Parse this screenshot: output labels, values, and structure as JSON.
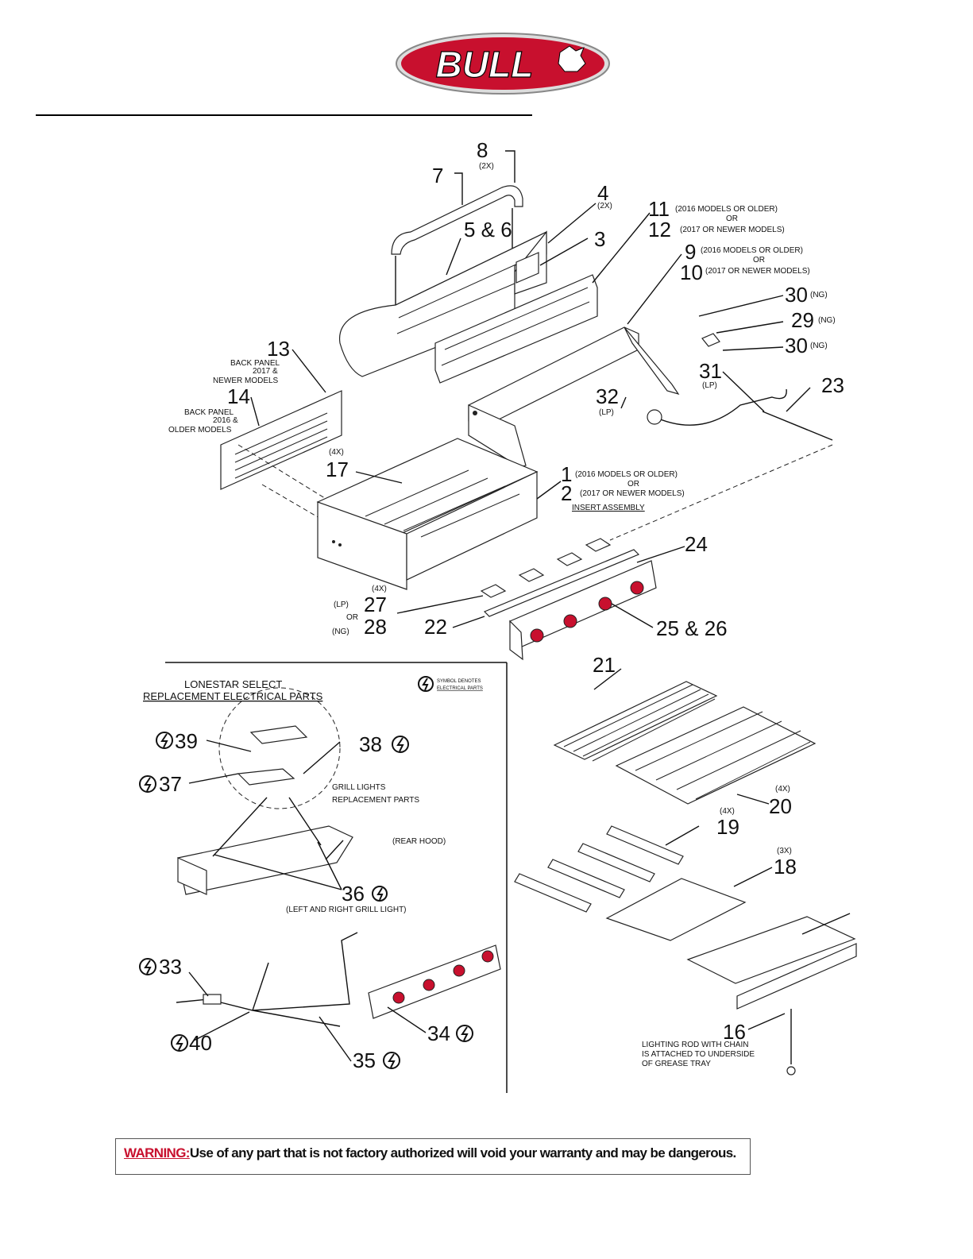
{
  "brand": {
    "logo_text": "BULL",
    "logo_color": "#c8102e"
  },
  "callouts": {
    "c1": "1",
    "c1_note": "(2016 MODELS OR OLDER)",
    "c1_or": "OR",
    "c2": "2",
    "c2_note": "(2017 OR NEWER MODELS)",
    "c2_sub": "INSERT ASSEMBLY",
    "c3": "3",
    "c4": "4",
    "c4_qty": "(2X)",
    "c56": "5 & 6",
    "c7": "7",
    "c8": "8",
    "c8_qty": "(2X)",
    "c9": "9",
    "c9_note": "(2016 MODELS OR OLDER)",
    "c9_or": "OR",
    "c10": "10",
    "c10_note": "(2017 OR NEWER MODELS)",
    "c11": "11",
    "c11_note": "(2016 MODELS OR OLDER)",
    "c11_or": "OR",
    "c12": "12",
    "c12_note": "(2017 OR NEWER MODELS)",
    "c13": "13",
    "c13_note1": "BACK PANEL",
    "c13_note2": "2017 &",
    "c13_note3": "NEWER MODELS",
    "c14": "14",
    "c14_note1": "BACK PANEL",
    "c14_note2": "2016 &",
    "c14_note3": "OLDER MODELS",
    "c16": "16",
    "c16_note1": "LIGHTING ROD WITH CHAIN",
    "c16_note2": "IS ATTACHED TO UNDERSIDE",
    "c16_note3": "OF GREASE TRAY",
    "c17": "17",
    "c17_qty": "(4X)",
    "c18": "18",
    "c18_qty": "(3X)",
    "c19": "19",
    "c19_qty": "(4X)",
    "c20": "20",
    "c20_qty": "(4X)",
    "c21": "21",
    "c22": "22",
    "c23": "23",
    "c24": "24",
    "c2526": "25 & 26",
    "c27": "27",
    "c27_qty": "(4X)",
    "c27_lp": "(LP)",
    "c27_or": "OR",
    "c28": "28",
    "c28_ng": "(NG)",
    "c29": "29",
    "c29_ng": "(NG)",
    "c30a": "30",
    "c30a_ng": "(NG)",
    "c30b": "30",
    "c30b_ng": "(NG)",
    "c31": "31",
    "c31_lp": "(LP)",
    "c32": "32",
    "c32_lp": "(LP)"
  },
  "electrical": {
    "title1": "LONESTAR SELECT",
    "title2": "REPLACEMENT ELECTRICAL PARTS",
    "legend1": "SYMBOL DENOTES",
    "legend2": "ELECTRICAL PARTS",
    "c33": "33",
    "c34": "34",
    "c35": "35",
    "c36": "36",
    "c36_note": "(LEFT AND RIGHT GRILL LIGHT)",
    "c37": "37",
    "c38": "38",
    "c39": "39",
    "c40": "40",
    "lights_note1": "GRILL LIGHTS",
    "lights_note2": "REPLACEMENT PARTS",
    "rear_hood": "(REAR HOOD)"
  },
  "warning": {
    "word": "WARNING:",
    "text": "Use of any part that is not factory authorized will void your warranty and may be dangerous."
  },
  "colors": {
    "knob": "#c8102e",
    "warning": "#c8102e"
  }
}
